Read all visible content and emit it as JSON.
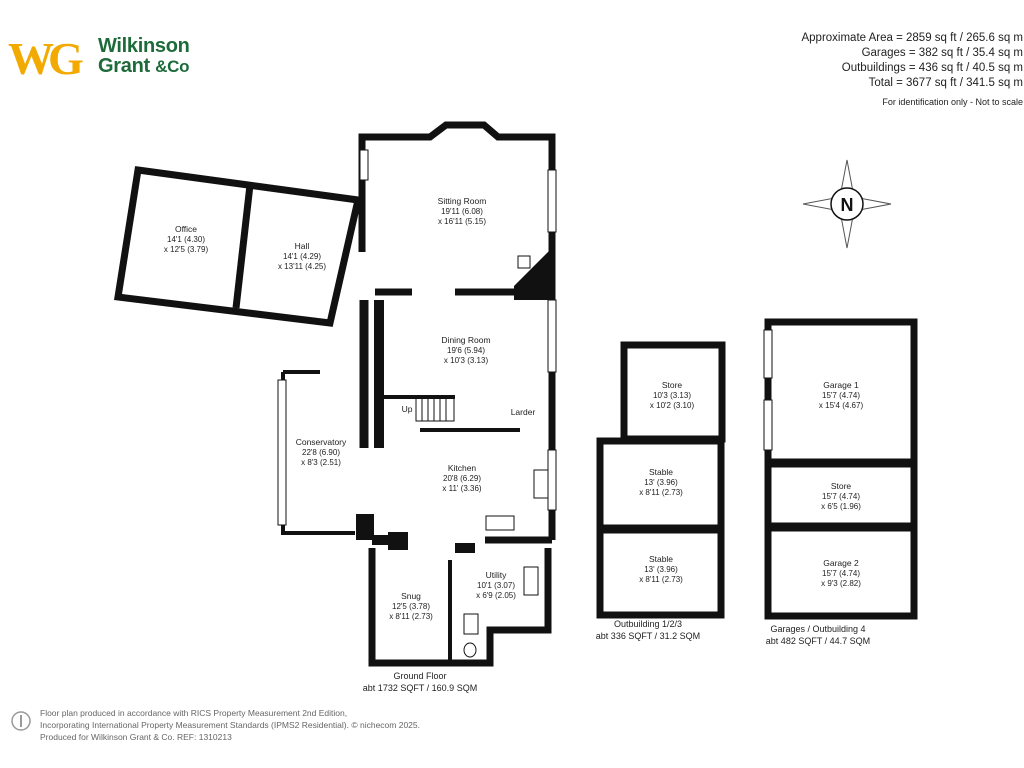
{
  "brand": {
    "logo_mark": "WG",
    "name_line1": "Wilkinson",
    "name_line2": "Grant",
    "name_line2_suffix": "&Co",
    "colors": {
      "mark": "#f2a900",
      "text": "#1e6b3a"
    }
  },
  "areas": {
    "approximate": "Approximate Area = 2859 sq ft / 265.6 sq m",
    "garages": "Garages = 382 sq ft / 35.4 sq m",
    "outbuildings": "Outbuildings = 436 sq ft / 40.5 sq m",
    "total": "Total = 3677 sq ft / 341.5 sq m",
    "disclaimer": "For identification only - Not to scale"
  },
  "compass": {
    "letter": "N"
  },
  "rooms": {
    "office": {
      "name": "Office",
      "dims1": "14'1 (4.30)",
      "dims2": "x 12'5 (3.79)"
    },
    "hall": {
      "name": "Hall",
      "dims1": "14'1 (4.29)",
      "dims2": "x 13'11 (4.25)"
    },
    "sitting": {
      "name": "Sitting Room",
      "dims1": "19'11 (6.08)",
      "dims2": "x 16'11 (5.15)"
    },
    "dining": {
      "name": "Dining Room",
      "dims1": "19'6 (5.94)",
      "dims2": "x 10'3 (3.13)"
    },
    "larder": {
      "name": "Larder"
    },
    "up": {
      "name": "Up"
    },
    "conservatory": {
      "name": "Conservatory",
      "dims1": "22'8 (6.90)",
      "dims2": "x 8'3 (2.51)"
    },
    "kitchen": {
      "name": "Kitchen",
      "dims1": "20'8 (6.29)",
      "dims2": "x 11' (3.36)"
    },
    "utility": {
      "name": "Utility",
      "dims1": "10'1 (3.07)",
      "dims2": "x 6'9 (2.05)"
    },
    "snug": {
      "name": "Snug",
      "dims1": "12'5 (3.78)",
      "dims2": "x 8'11 (2.73)"
    },
    "store1": {
      "name": "Store",
      "dims1": "10'3 (3.13)",
      "dims2": "x 10'2 (3.10)"
    },
    "stable1": {
      "name": "Stable",
      "dims1": "13' (3.96)",
      "dims2": "x 8'11 (2.73)"
    },
    "stable2": {
      "name": "Stable",
      "dims1": "13' (3.96)",
      "dims2": "x 8'11 (2.73)"
    },
    "garage1": {
      "name": "Garage 1",
      "dims1": "15'7 (4.74)",
      "dims2": "x 15'4 (4.67)"
    },
    "store2": {
      "name": "Store",
      "dims1": "15'7 (4.74)",
      "dims2": "x 6'5 (1.96)"
    },
    "garage2": {
      "name": "Garage 2",
      "dims1": "15'7 (4.74)",
      "dims2": "x 9'3 (2.82)"
    }
  },
  "captions": {
    "ground_title": "Ground Floor",
    "ground_area": "abt 1732 SQFT / 160.9 SQM",
    "out_title": "Outbuilding 1/2/3",
    "out_area": "abt 336 SQFT / 31.2 SQM",
    "gar_title": "Garages / Outbuilding 4",
    "gar_area": "abt 482 SQFT / 44.7 SQM"
  },
  "footer": {
    "line1": "Floor plan produced in accordance with RICS Property Measurement 2nd Edition,",
    "line2": "Incorporating International Property Measurement Standards (IPMS2 Residential).  © nichecom  2025.",
    "line3": "Produced for Wilkinson Grant & Co.   REF:  1310213"
  }
}
